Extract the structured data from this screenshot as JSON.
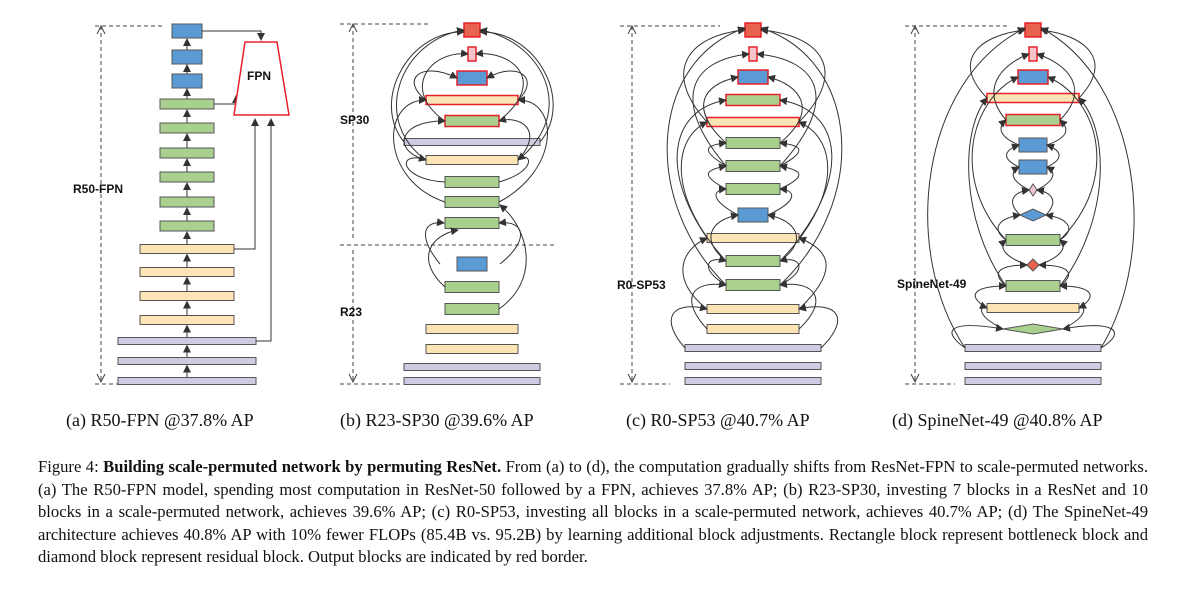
{
  "figure": {
    "panels": [
      {
        "label": "R50-FPN",
        "subcaption": "(a) R50-FPN @37.8% AP",
        "extra_label": "FPN"
      },
      {
        "top_label": "SP30",
        "bottom_label": "R23",
        "subcaption": "(b) R23-SP30 @39.6% AP"
      },
      {
        "label": "R0-SP53",
        "subcaption": "(c) R0-SP53 @40.7% AP"
      },
      {
        "label": "SpineNet-49",
        "subcaption": "(d) SpineNet-49 @40.8% AP"
      }
    ],
    "colors": {
      "blue": "#5b9bd5",
      "green": "#a9d08e",
      "yellow": "#fce4b4",
      "lavender": "#cfcbe3",
      "red": "#e8634f",
      "pink": "#f4c5cb",
      "diamond_pink": "#efc3d6",
      "output_border": "#e8202a",
      "arrow": "#333333"
    },
    "caption": {
      "prefix": "Figure 4: ",
      "title": "Building scale-permuted network by permuting ResNet.",
      "body": " From (a) to (d), the computation gradually shifts from ResNet-FPN to scale-permuted networks. (a) The R50-FPN model, spending most computation in ResNet-50 followed by a FPN, achieves 37.8% AP; (b) R23-SP30, investing 7 blocks in a ResNet and 10 blocks in a scale-permuted network, achieves 39.6% AP; (c) R0-SP53, investing all blocks in a scale-permuted network, achieves 40.7% AP; (d) The SpineNet-49 architecture achieves 40.8% AP with 10% fewer FLOPs (85.4B vs. 95.2B) by learning additional block adjustments.  Rectangle block represent bottleneck block and diamond block represent residual block. Output blocks are indicated by red border."
    }
  }
}
